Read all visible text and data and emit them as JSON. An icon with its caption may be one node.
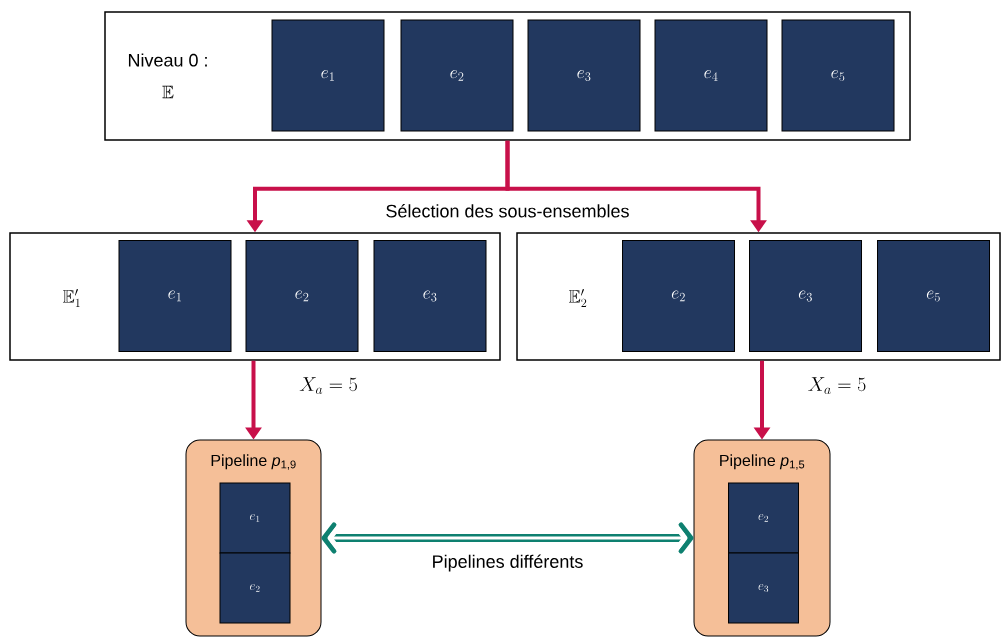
{
  "diagram": {
    "nodes": [
      {
        "text": [
          "Niveau 0 :",
          "\\mathbb{E}"
        ]
      },
      {
        "text": [
          "e_1"
        ],
        "in": 0
      },
      {
        "text": [
          "e_2"
        ],
        "in": 0
      },
      {
        "text": [
          "e_3"
        ],
        "in": 0
      },
      {
        "text": [
          "e_4"
        ],
        "in": 0
      },
      {
        "text": [
          "e_5"
        ],
        "in": 0
      },
      {
        "text": [
          "\\mathbb{E}'_1"
        ]
      },
      {
        "text": [
          "e_1"
        ],
        "in": 6
      },
      {
        "text": [
          "e_2"
        ],
        "in": 6
      },
      {
        "text": [
          "e_3"
        ],
        "in": 6
      },
      {
        "text": [
          "\\mathbb{E}'_2"
        ]
      },
      {
        "text": [
          "e_2"
        ],
        "in": 10
      },
      {
        "text": [
          "e_3"
        ],
        "in": 10
      },
      {
        "text": [
          "e_5"
        ],
        "in": 10
      },
      {
        "text": [
          "Pipeline *p*$_{1,9}$"
        ]
      },
      {
        "text": [
          "e_1"
        ],
        "in": 14
      },
      {
        "text": [
          "e_2"
        ],
        "in": 14
      },
      {
        "text": [
          "Pipeline *p*$_{1,5}$"
        ]
      },
      {
        "text": [
          "e_2"
        ],
        "in": 17
      },
      {
        "text": [
          "e_3"
        ],
        "in": 17
      }
    ],
    "edges": [
      {
        "from": 0,
        "to": 6,
        "arrow": "to",
        "label": "Sélection des sous-ensembles"
      },
      {
        "from": 0,
        "to": 10,
        "arrow": "to"
      },
      {
        "from": 6,
        "to": 14,
        "arrow": "to",
        "label": "X_a = 5"
      },
      {
        "from": 10,
        "to": 17,
        "arrow": "to",
        "label": "X_a = 5"
      },
      {
        "from": 14,
        "to": 17,
        "arrow": "both",
        "label": "Pipelines différents",
        "style": "thick",
        "color": "#0e8070"
      }
    ]
  }
}
